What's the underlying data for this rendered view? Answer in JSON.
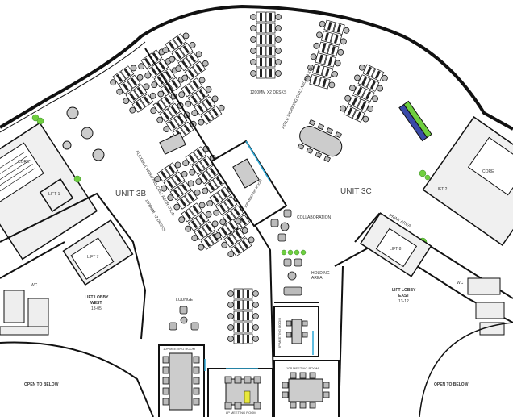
{
  "units": {
    "west": "UNIT 3B",
    "east": "UNIT 3C"
  },
  "lifts": {
    "lift1": "LIFT 1",
    "lift7": "LIFT 7",
    "lift8": "LIFT 8",
    "lift2": "LIFT 2"
  },
  "lobbies": {
    "west": {
      "name": "LIFT LOBBY",
      "sub": "WEST",
      "code": "13-05"
    },
    "east": {
      "name": "LIFT LOBBY",
      "sub": "EAST",
      "code": "13-12"
    }
  },
  "wc": "WC",
  "core": "CORE",
  "open_to_below": "OPEN TO BELOW",
  "areas": {
    "lounge": "LOUNGE",
    "collaboration": "COLLABORATION",
    "holding_area_1": "HOLDING",
    "holding_area_2": "AREA",
    "print_area": "PRINT AREA",
    "flexible_working": "FLEXIBLE WORKING COLLABORATION",
    "agile_working": "AGILE WORKING COLLABORATION",
    "desks_left": "1200MM X2 DESKS",
    "desks_top": "1200MM X2 DESKS"
  },
  "rooms": {
    "meeting_10p_west": "10P MEETING ROOM",
    "meeting_8p": "8P MEETING ROOM",
    "meeting_6p": "6P MEETING ROOM",
    "meeting_10p_east": "10P MEETING ROOM",
    "meeting_10p_top": "10P MEETING ROOM"
  },
  "colors": {
    "glass": "#2aa7d6",
    "plant": "#6fcf3f",
    "highlight": "#e8e83a",
    "accent_blue": "#3a4aa8"
  }
}
